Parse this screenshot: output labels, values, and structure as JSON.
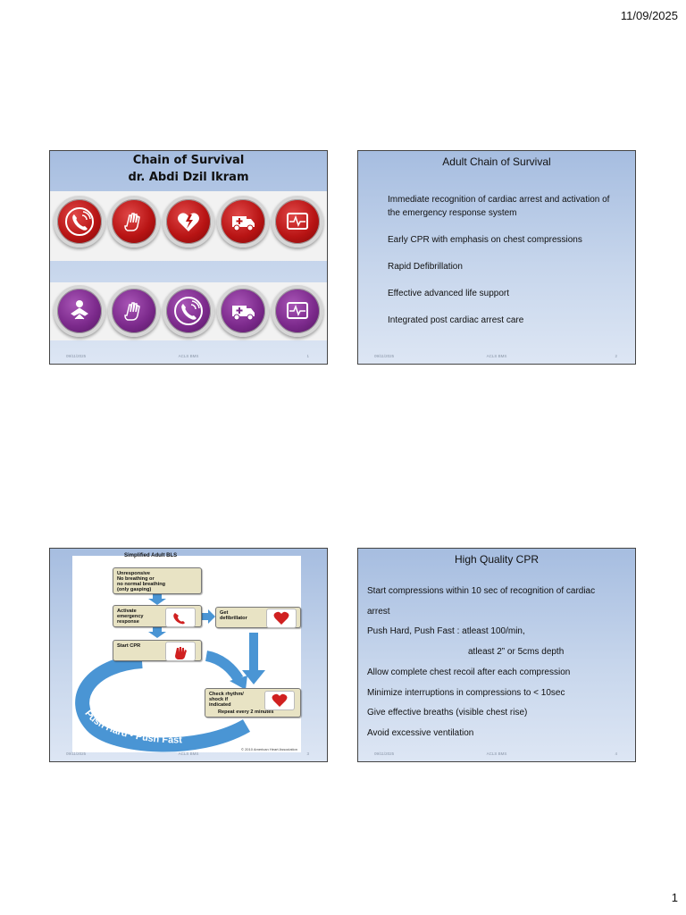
{
  "page": {
    "date": "11/09/2025",
    "page_number": "1"
  },
  "slide1": {
    "title_line1": "Chain of Survival",
    "title_line2": "dr. Abdi Dzil Ikram",
    "footer": {
      "left": "09/11/2025",
      "center": "ACLS BMS",
      "right": "1"
    },
    "row1_icons": [
      "phone-icon",
      "hands-cpr-icon",
      "heart-defibrillator-icon",
      "ambulance-icon",
      "ecg-monitor-icon"
    ],
    "row2_icons": [
      "child-icon",
      "hands-cpr-icon",
      "phone-icon",
      "ambulance-icon",
      "ecg-monitor-icon"
    ],
    "colors": {
      "row1": "#b81414",
      "row2": "#7c2a8c"
    }
  },
  "slide2": {
    "title": "Adult Chain of Survival",
    "items": [
      "Immediate recognition of cardiac arrest and activation of the emergency response system",
      "Early CPR with emphasis on chest compressions",
      "Rapid Defibrillation",
      "Effective advanced life support",
      "Integrated post cardiac arrest care"
    ],
    "footer": {
      "left": "09/11/2025",
      "center": "ACLS BMS",
      "right": "2"
    }
  },
  "slide3": {
    "heading": "Simplified Adult BLS",
    "box_unresponsive": "Unresponsive\nNo breathing or\nno normal breathing\n(only gasping)",
    "box_activate": "Activate\nemergency\nresponse",
    "box_defib": "Get\ndefibrillator",
    "box_cpr": "Start CPR",
    "box_check": "Check rhythm/\nshock if\nindicated",
    "repeat": "Repeat every 2 minutes",
    "push_text": "Push Hard • Push Fast",
    "copyright": "© 2010 American Heart Association",
    "footer": {
      "left": "09/11/2025",
      "center": "ACLS BMS",
      "right": "3"
    }
  },
  "slide4": {
    "title": "High Quality CPR",
    "items": [
      "Start compressions within 10 sec of recognition of cardiac",
      "arrest",
      "Push Hard, Push Fast : atleast 100/min,",
      "atleast 2” or 5cms depth",
      "Allow complete chest recoil after each compression",
      "Minimize interruptions in compressions to < 10sec",
      "Give effective breaths (visible chest rise)",
      "Avoid excessive ventilation"
    ],
    "footer": {
      "left": "09/11/2025",
      "center": "ACLS BMS",
      "right": "4"
    }
  }
}
